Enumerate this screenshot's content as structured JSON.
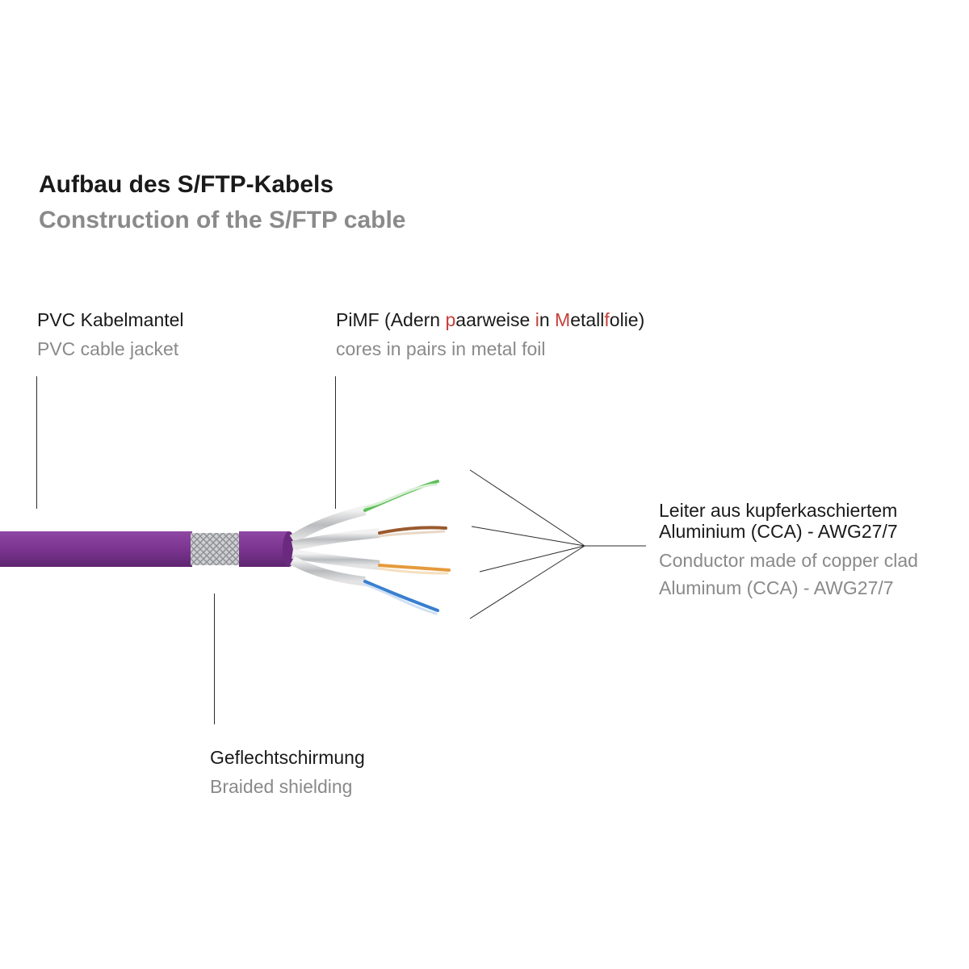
{
  "title": {
    "de": "Aufbau des S/FTP-Kabels",
    "en": "Construction of the S/FTP cable"
  },
  "labels": {
    "jacket": {
      "de": "PVC Kabelmantel",
      "en": "PVC cable jacket"
    },
    "pimf": {
      "de_parts": [
        "PiMF (Adern ",
        "p",
        "aarweise ",
        "i",
        "n ",
        "M",
        "etall",
        "f",
        "olie)"
      ],
      "en": "cores in pairs in metal foil"
    },
    "conductor": {
      "de_line1": "Leiter aus kupferkaschiertem",
      "de_line2": "Aluminium (CCA) - AWG27/7",
      "en_line1": "Conductor made of copper clad",
      "en_line2": "Aluminum (CCA) - AWG27/7"
    },
    "shielding": {
      "de": "Geflechtschirmung",
      "en": "Braided shielding"
    }
  },
  "colors": {
    "jacket": "#7b3590",
    "highlight": "#c8403a",
    "pair_green": "#5fbf5a",
    "pair_brown": "#9a5a2e",
    "pair_orange": "#e69a3c",
    "pair_blue": "#3a7fd0"
  }
}
